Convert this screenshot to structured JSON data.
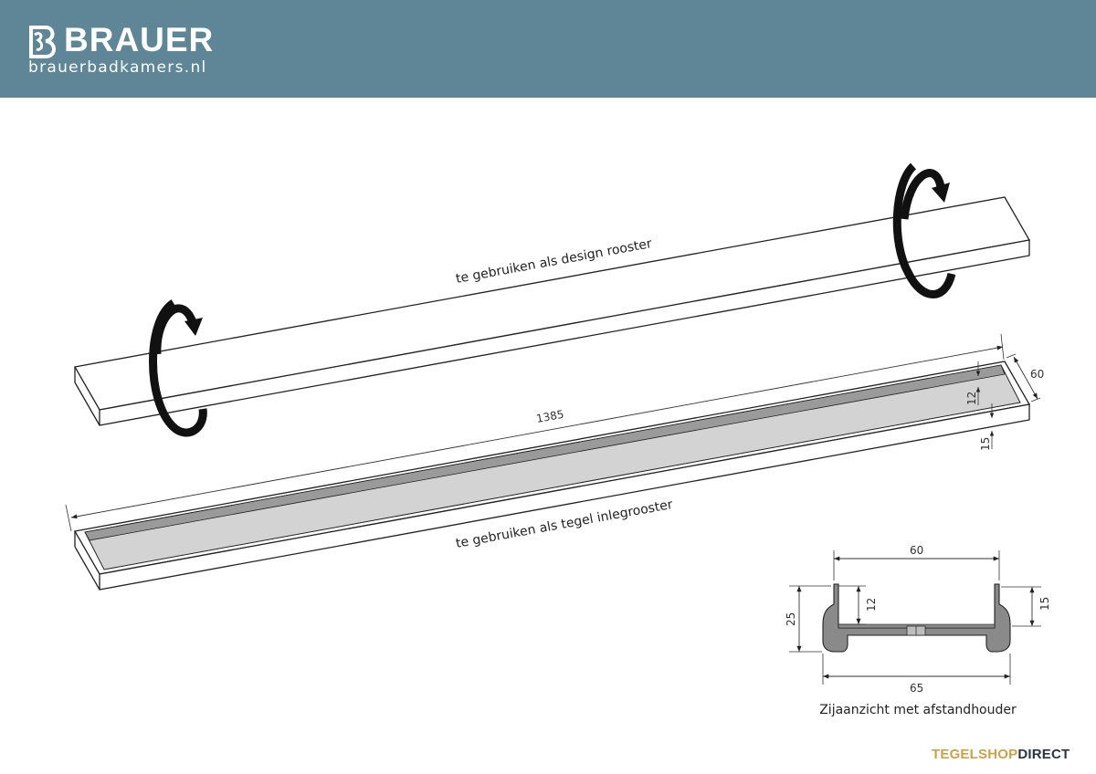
{
  "brand": {
    "name": "BRAUER",
    "url": "brauerbadkamers.nl",
    "header_color": "#5e8697"
  },
  "labels": {
    "grate_top": "te gebruiken als design rooster",
    "grate_bottom": "te gebruiken als tegel inlegrooster",
    "caption": "Zijaanzicht met afstandhouder"
  },
  "dimensions": {
    "length": "1385",
    "width": "60",
    "inner_depth": "12",
    "outer_depth": "15",
    "section_width_top": "60",
    "section_inner_depth": "12",
    "section_outer_depth": "15",
    "section_height": "25",
    "section_width_bottom": "65"
  },
  "footer": {
    "shop_part1": "TEGELSHOP",
    "shop_part2": "DIRECT"
  },
  "colors": {
    "tray_fill": "#d3d3d3",
    "profile_fill": "#8a8a8a",
    "arrow": "#111111"
  }
}
